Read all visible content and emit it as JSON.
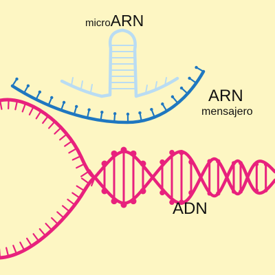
{
  "labels": {
    "mirna_prefix": "micro",
    "mirna_main": "ARN",
    "mrna_main": "ARN",
    "mrna_sub": "mensajero",
    "dna": "ADN"
  },
  "colors": {
    "background": "#fdf6c3",
    "dna": "#e8217d",
    "mrna": "#1f77c0",
    "mirna": "#b9dcf3",
    "text": "#111111"
  }
}
